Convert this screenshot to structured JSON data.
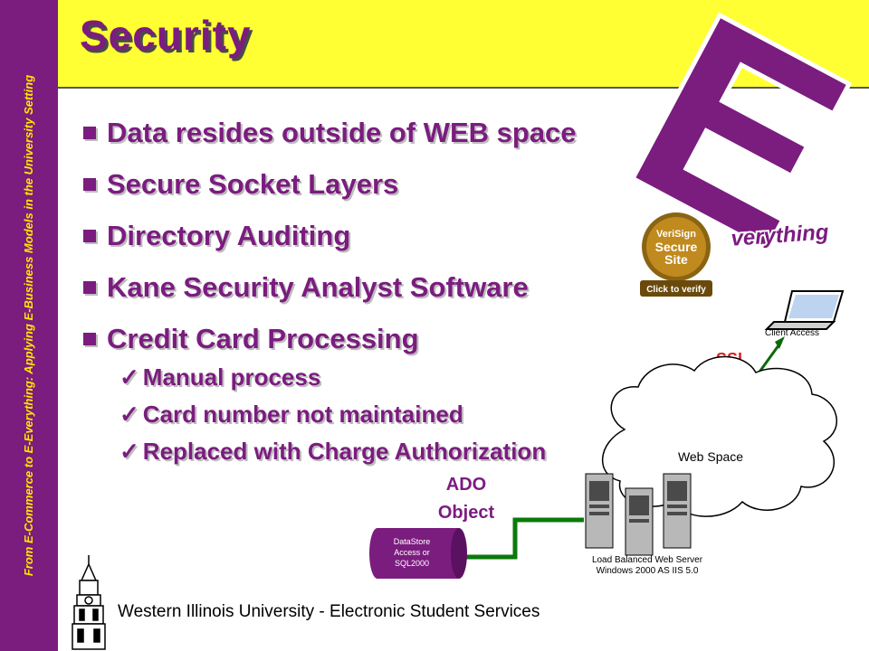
{
  "sidebar": {
    "vertical_text": "From E-Commerce to E-Everything: Applying E-Business Models in the University Setting"
  },
  "slide": {
    "title": "Security",
    "bullets": [
      "Data resides outside of WEB space",
      "Secure Socket Layers",
      "Directory Auditing",
      "Kane Security Analyst Software",
      "Credit Card Processing"
    ],
    "sub_bullets": [
      "Manual process",
      "Card number not maintained",
      "Replaced with Charge Authorization"
    ],
    "footer": "Western Illinois University - Electronic Student Services"
  },
  "logo": {
    "letter": "E",
    "word": "verything"
  },
  "seal": {
    "brand": "VeriSign",
    "line1": "Secure",
    "line2": "Site",
    "cta": "Click to verify"
  },
  "diagram": {
    "client_label": "Client Access",
    "ssl_label": "SSL",
    "cloud_label": "Web Space",
    "server_label_1": "Load Balanced Web Server",
    "server_label_2": "Windows 2000 AS IIS 5.0",
    "ado_line1": "ADO",
    "ado_line2": "Object",
    "db_line1": "DataStore",
    "db_line2": "Access or",
    "db_line3": "SQL2000"
  },
  "colors": {
    "purple": "#7b1c7f",
    "yellow": "#ffff33",
    "green": "#0a7a0a",
    "ssl_red": "#e02020"
  }
}
